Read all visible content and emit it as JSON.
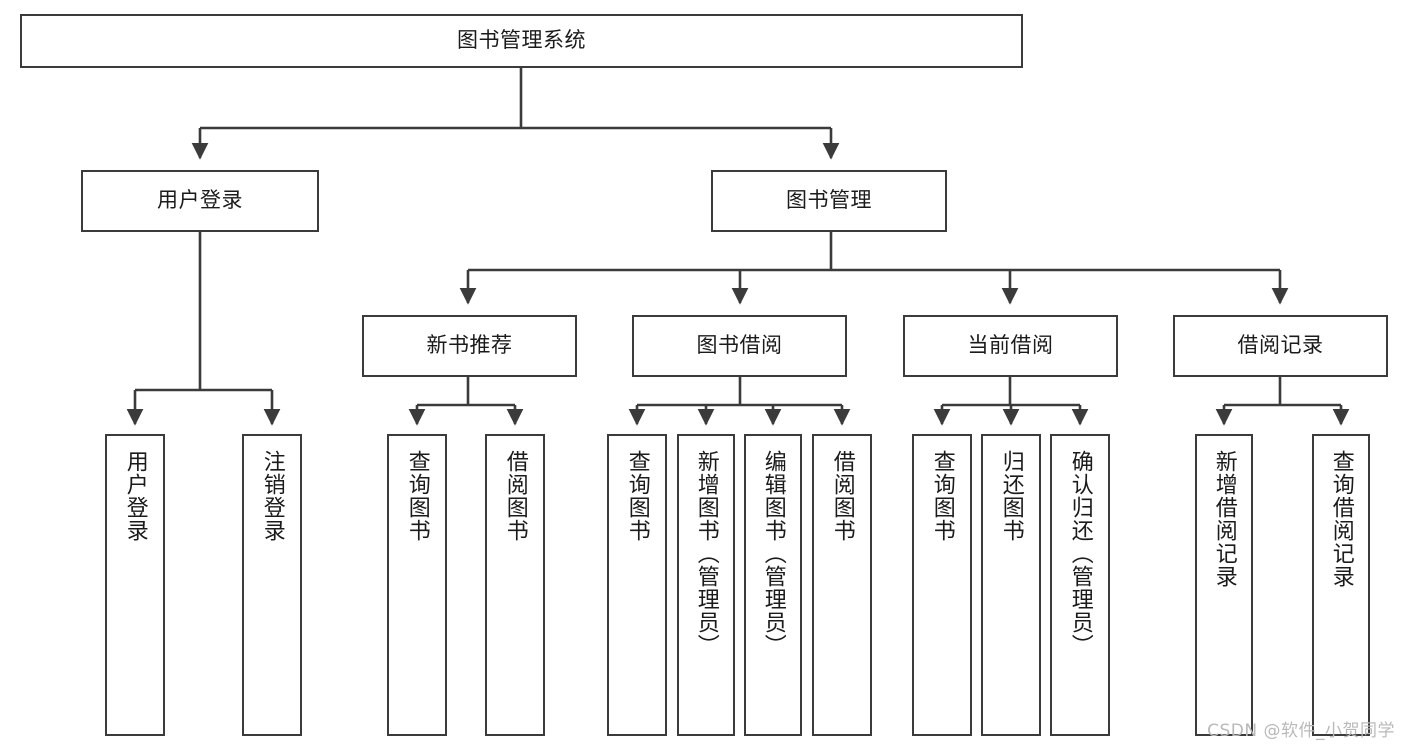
{
  "diagram": {
    "title": "图书管理系统",
    "type": "tree",
    "watermark": "CSDN @软件_小贺同学",
    "colors": {
      "box_border": "#3b3b3b",
      "box_fill": "#ffffff",
      "edge": "#3b3b3b",
      "text": "#1b1b1b",
      "watermark": "#b9b9b9"
    },
    "nodes": {
      "root": {
        "label": "图书管理系统"
      },
      "level2": [
        {
          "id": "user-login",
          "label": "用户登录"
        },
        {
          "id": "book-manage",
          "label": "图书管理"
        }
      ],
      "level3": [
        {
          "id": "new-book-recommend",
          "label": "新书推荐"
        },
        {
          "id": "book-borrow",
          "label": "图书借阅"
        },
        {
          "id": "current-borrow",
          "label": "当前借阅"
        },
        {
          "id": "borrow-record",
          "label": "借阅记录"
        }
      ],
      "leaves": {
        "user-login": [
          {
            "id": "leaf-user-login",
            "label": "用户登录"
          },
          {
            "id": "leaf-logout",
            "label": "注销登录"
          }
        ],
        "new-book-recommend": [
          {
            "id": "leaf-query-book-1",
            "label": "查询图书"
          },
          {
            "id": "leaf-borrow-book-1",
            "label": "借阅图书"
          }
        ],
        "book-borrow": [
          {
            "id": "leaf-query-book-2",
            "label": "查询图书"
          },
          {
            "id": "leaf-add-book",
            "label": "新增图书（管理员）"
          },
          {
            "id": "leaf-edit-book",
            "label": "编辑图书（管理员）"
          },
          {
            "id": "leaf-borrow-book-2",
            "label": "借阅图书"
          }
        ],
        "current-borrow": [
          {
            "id": "leaf-query-book-3",
            "label": "查询图书"
          },
          {
            "id": "leaf-return-book",
            "label": "归还图书"
          },
          {
            "id": "leaf-confirm-return",
            "label": "确认归还（管理员）"
          }
        ],
        "borrow-record": [
          {
            "id": "leaf-add-record",
            "label": "新增借阅记录"
          },
          {
            "id": "leaf-query-record",
            "label": "查询借阅记录"
          }
        ]
      }
    }
  }
}
